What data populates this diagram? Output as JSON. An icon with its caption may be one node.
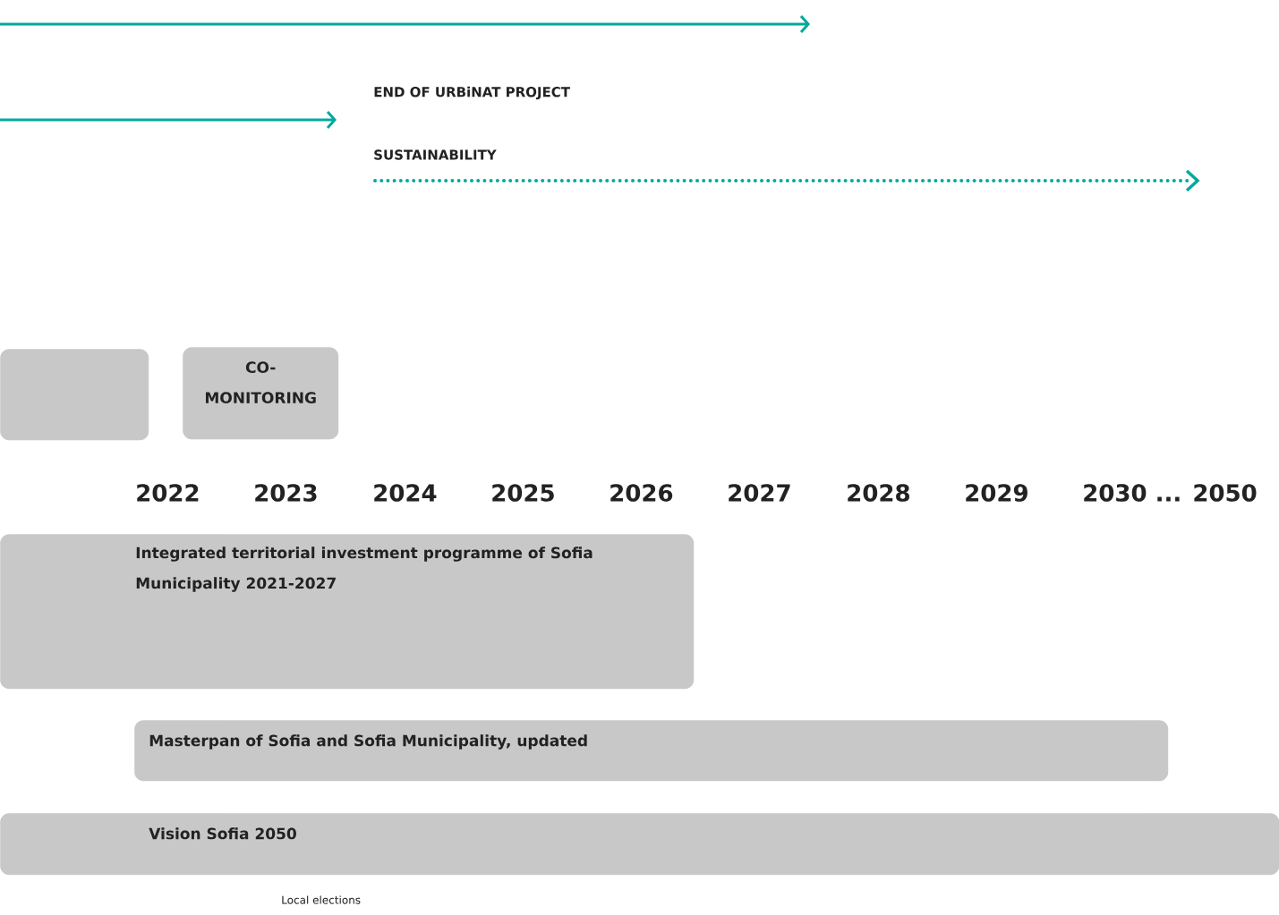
{
  "diagram": {
    "nodes": [
      {
        "text": [],
        "shape": "box"
      },
      {
        "text": [
          "CO-MONITORING"
        ]
      },
      {
        "text": [
          "Integrated territorial investment programme of Sofia Municipality 2021-2027"
        ]
      },
      {
        "text": [
          "Masterpan of Sofia and Sofia Municipality, updated"
        ]
      },
      {
        "text": [
          "Vision Sofia 2050"
        ]
      }
    ],
    "labels": [
      "END OF URBiNAT PROJECT",
      "SUSTAINABILITY",
      "2022",
      "2023",
      "2024",
      "2025",
      "2026",
      "2027",
      "2028",
      "2029",
      "2030 ... 2050",
      "Local elections"
    ]
  }
}
